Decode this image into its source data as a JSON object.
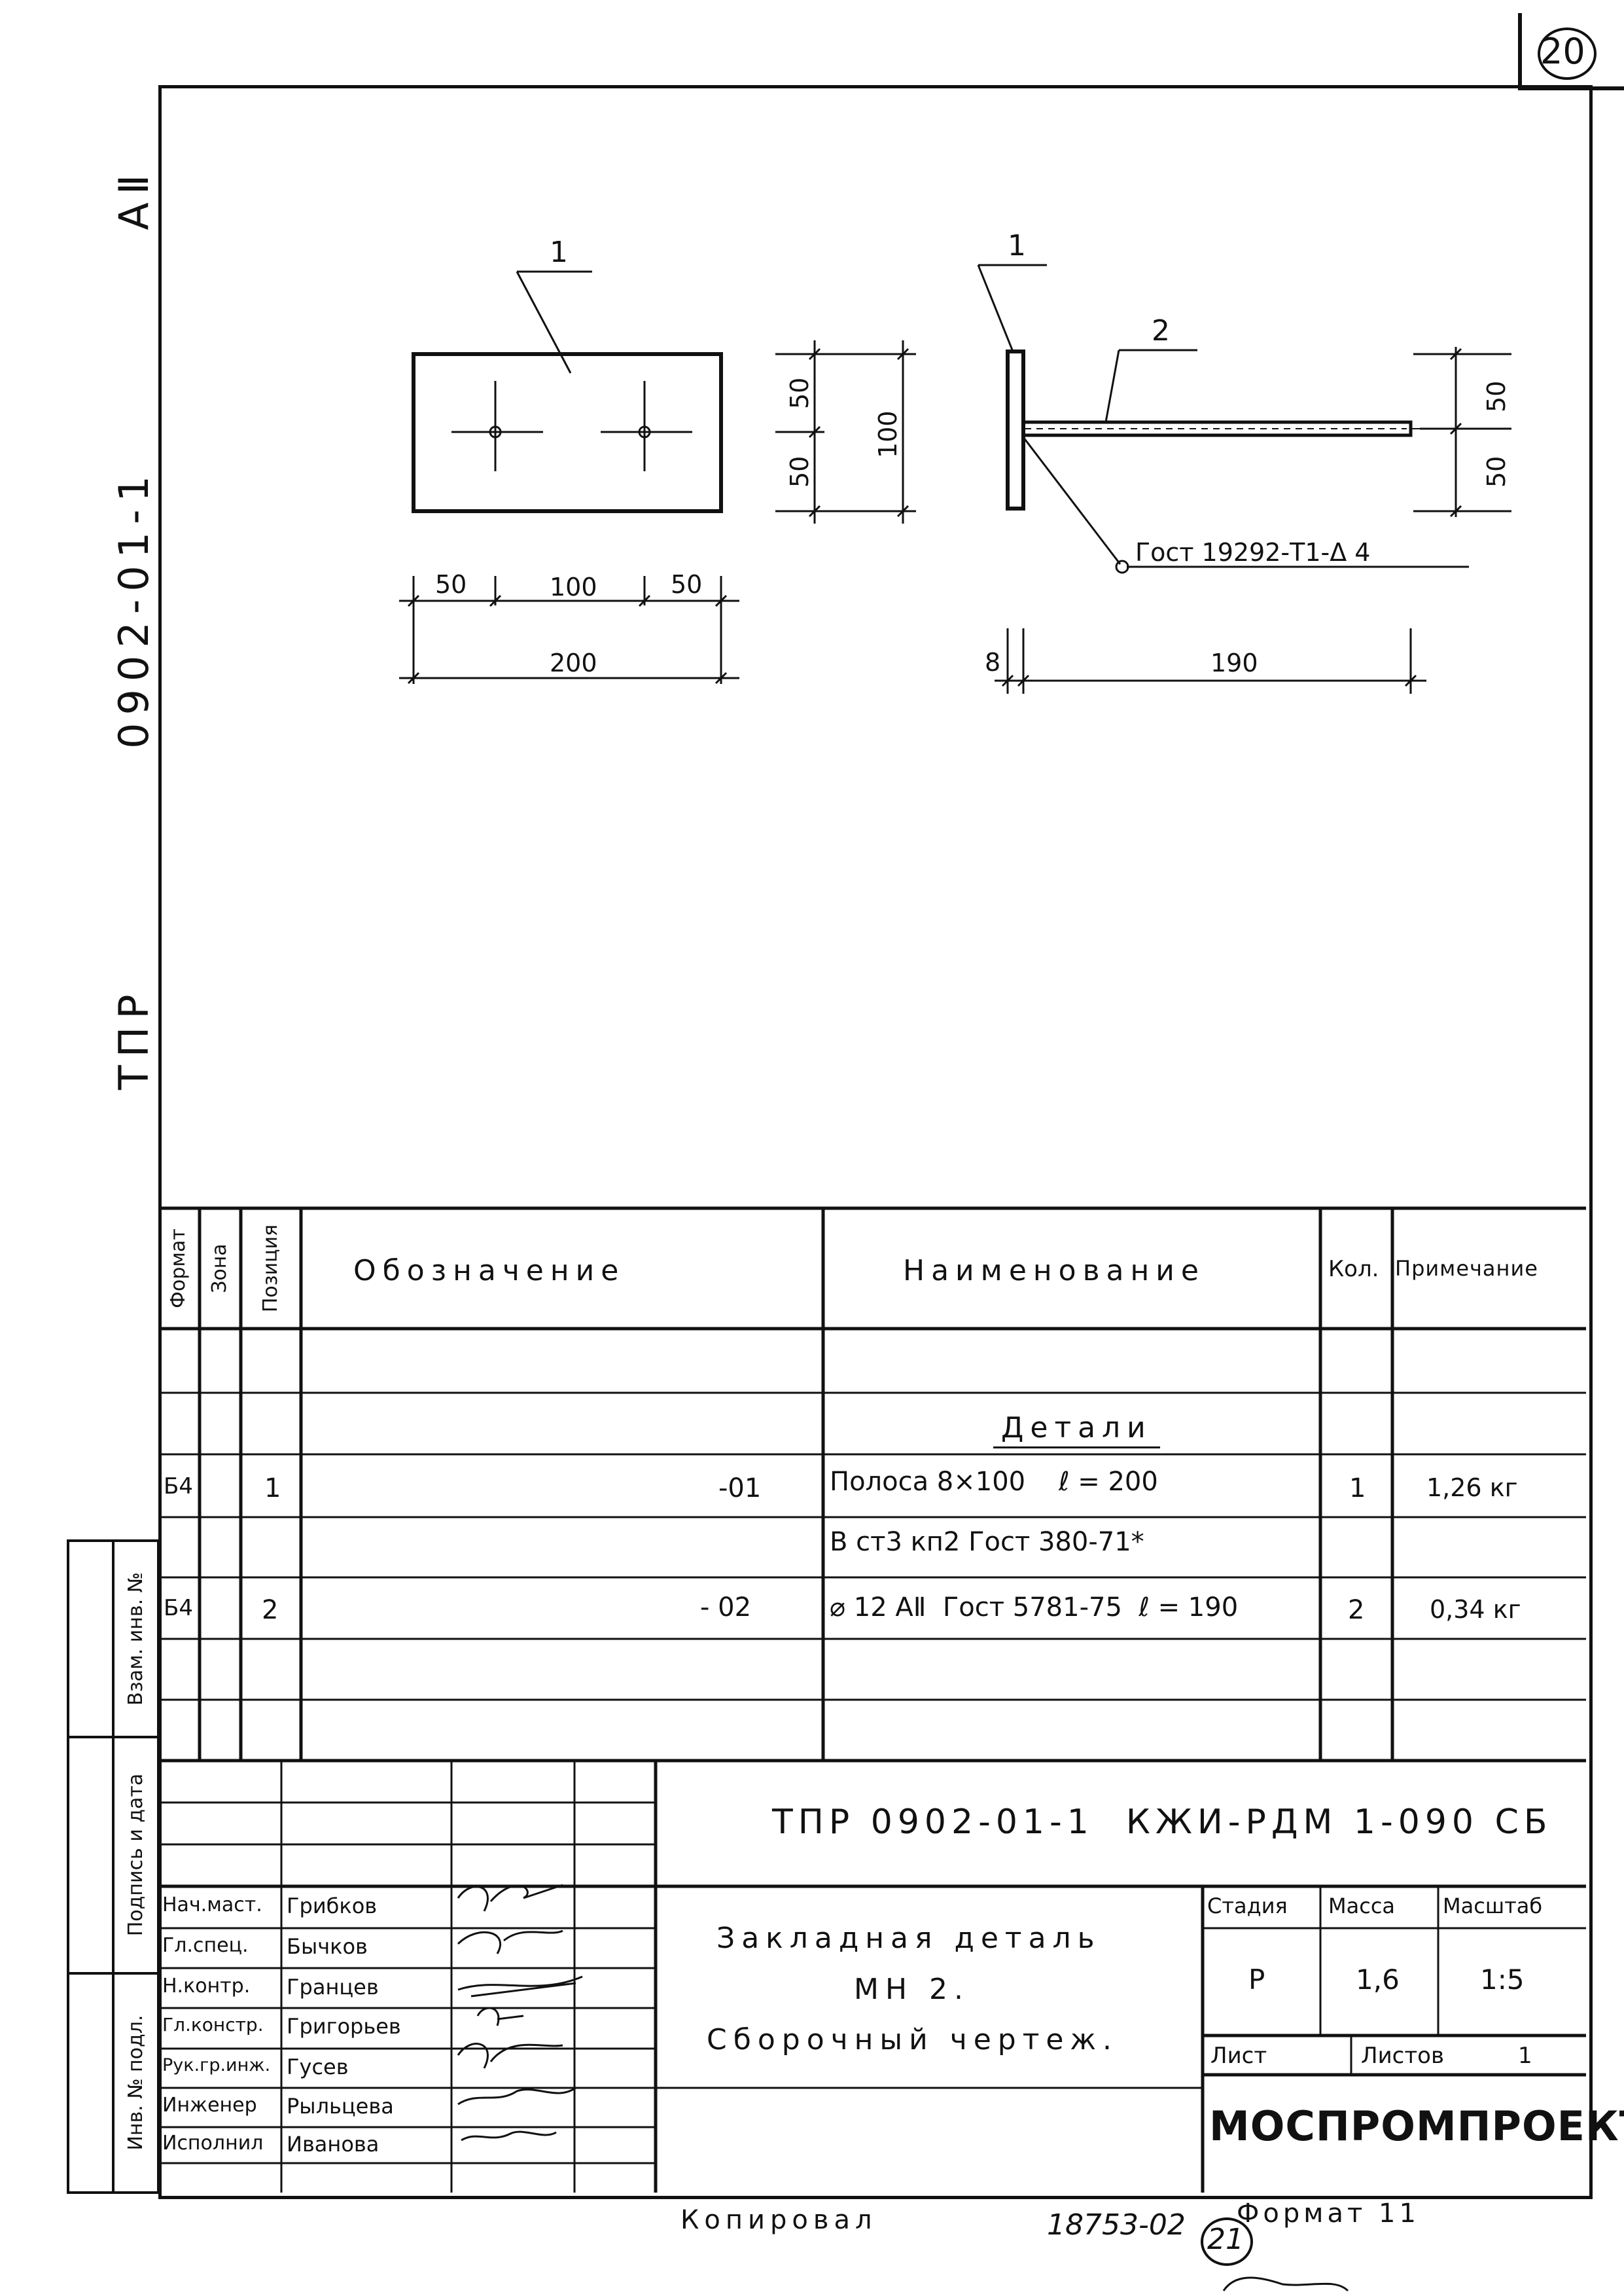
{
  "corner_number": "20",
  "side_code": {
    "prefix": "ТПР",
    "number": "0902-01-1",
    "suffix": "АⅡ"
  },
  "drawing": {
    "plate": {
      "pos_label": "1",
      "dim_left": "50",
      "dim_mid": "100",
      "dim_right": "50",
      "dim_total": "200",
      "dim_v1": "50",
      "dim_v2": "50",
      "dim_v_total": "100"
    },
    "side": {
      "pos1": "1",
      "pos2": "2",
      "weld_label": "Гост 19292-Т1-Δ 4",
      "dim_v1": "50",
      "dim_v2": "50",
      "dim_thick": "8",
      "dim_len": "190"
    }
  },
  "spec_table": {
    "headers": {
      "format": "Формат",
      "zone": "Зона",
      "position": "Позиция",
      "designation": "Обозначение",
      "name": "Наименование",
      "qty": "Кол.",
      "note": "Примечание"
    },
    "section_title": "Детали",
    "rows": [
      {
        "format": "Б4",
        "pos": "1",
        "designation": "-01",
        "name": "Полоса 8×100    ℓ = 200",
        "qty": "1",
        "note": "1,26 кг"
      },
      {
        "format": "",
        "pos": "",
        "designation": "",
        "name": "В ст3 кп2 Гост 380-71*",
        "qty": "",
        "note": ""
      },
      {
        "format": "Б4",
        "pos": "2",
        "designation": "- 02",
        "name": "⌀ 12 АⅡ  Гост 5781-75  ℓ = 190",
        "qty": "2",
        "note": "0,34 кг"
      }
    ]
  },
  "left_strip": {
    "inv_sub": "Взам. инв. №",
    "sign_date": "Подпись и дата",
    "inv_orig": "Инв. № подл."
  },
  "title_block": {
    "doc_code": "ТПР 0902-01-1  КЖИ-РДМ 1-090 СБ",
    "title_lines": [
      "Закладная деталь",
      "МН 2.",
      "Сборочный чертеж."
    ],
    "stage_label": "Стадия",
    "mass_label": "Масса",
    "scale_label": "Масштаб",
    "stage": "Р",
    "mass": "1,6",
    "scale": "1:5",
    "sheet_label": "Лист",
    "sheets_label": "Листов",
    "sheets": "1",
    "org": "МОСПРОМПРОЕКТ",
    "staff": [
      {
        "role": "Нач.маст.",
        "name": "Грибков"
      },
      {
        "role": "Гл.спец.",
        "name": "Бычков"
      },
      {
        "role": "Н.контр.",
        "name": "Гранцев"
      },
      {
        "role": "Гл.констр.",
        "name": "Григорьев"
      },
      {
        "role": "Рук.гр.инж.",
        "name": "Гусев"
      },
      {
        "role": "Инженер",
        "name": "Рыльцева"
      },
      {
        "role": "Исполнил",
        "name": "Иванова"
      }
    ]
  },
  "footer": {
    "copied": "Копировал",
    "order": "18753-02",
    "page": "21",
    "format": "Формат 11"
  }
}
